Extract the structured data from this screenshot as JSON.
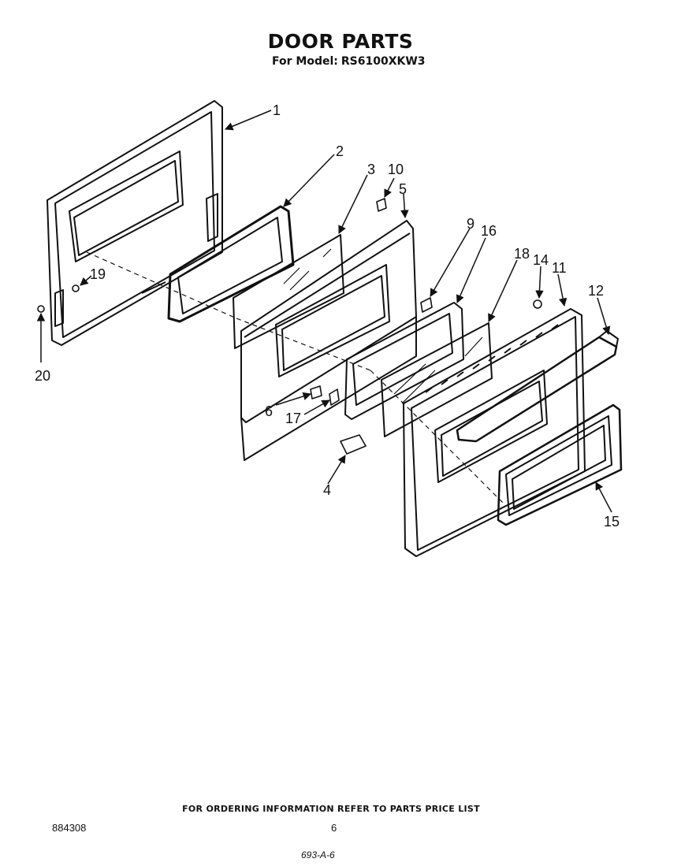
{
  "header": {
    "title": "DOOR PARTS",
    "model_label": "For Model:",
    "model_number": "RS6100XKW3"
  },
  "callouts": [
    {
      "id": "c1",
      "label": "1"
    },
    {
      "id": "c2",
      "label": "2"
    },
    {
      "id": "c3",
      "label": "3"
    },
    {
      "id": "c10",
      "label": "10"
    },
    {
      "id": "c5",
      "label": "5"
    },
    {
      "id": "c9",
      "label": "9"
    },
    {
      "id": "c16",
      "label": "16"
    },
    {
      "id": "c18",
      "label": "18"
    },
    {
      "id": "c14",
      "label": "14"
    },
    {
      "id": "c11",
      "label": "11"
    },
    {
      "id": "c12",
      "label": "12"
    },
    {
      "id": "c19",
      "label": "19"
    },
    {
      "id": "c20",
      "label": "20"
    },
    {
      "id": "c6",
      "label": "6"
    },
    {
      "id": "c17",
      "label": "17"
    },
    {
      "id": "c4",
      "label": "4"
    },
    {
      "id": "c15",
      "label": "15"
    }
  ],
  "footer": {
    "ordering_note": "FOR ORDERING INFORMATION REFER TO PARTS PRICE LIST",
    "doc_number": "884308",
    "page_number": "6",
    "handwritten_code": "693-A-6"
  }
}
